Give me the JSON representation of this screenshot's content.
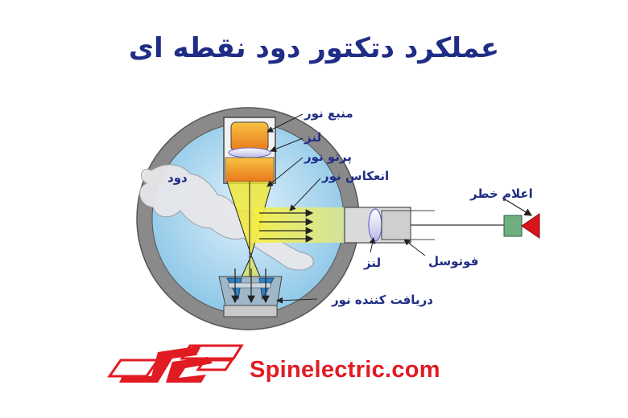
{
  "title": "عملکرد دتکتور دود نقطه ای",
  "labels": {
    "light_source": "منبع نور",
    "lens_top": "لنز",
    "light_beam": "پرتو نور",
    "light_reflection": "انعکاس نور",
    "smoke": "دود",
    "alarm": "اعلام خطر",
    "photocell": "فوتوسل",
    "lens_bottom": "لنز",
    "light_receiver": "دریافت کننده نور"
  },
  "brand": {
    "name": "Spinelectric.com"
  },
  "colors": {
    "title": "#1f2d86",
    "brand": "#e11b22",
    "chamber": "#a9d6ef",
    "ring": "#8a8a8a",
    "source": "#f19a1f",
    "beam": "#f3e820"
  }
}
